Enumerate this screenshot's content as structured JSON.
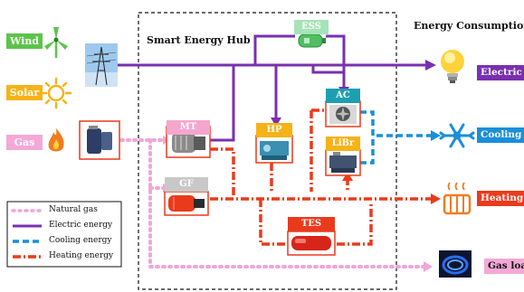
{
  "hub_title": "Smart Energy Hub",
  "consumption_title": "Energy Consumption",
  "sources": {
    "wind": "Wind",
    "solar": "Solar",
    "gas": "Gas"
  },
  "devices": {
    "ess": "ESS",
    "mt": "MT",
    "hp": "HP",
    "ac": "AC",
    "librr": "LiBr",
    "gf": "GF",
    "tes": "TES"
  },
  "loads": {
    "electric": "Electric l",
    "cooling": "Cooling l",
    "heating": "Heating l",
    "gas": "Gas loa"
  },
  "legend": [
    {
      "label": "Natural gas",
      "color": "#f0a6d8",
      "style": "dotted"
    },
    {
      "label": "Electric energy",
      "color": "#7a2fb0",
      "style": "solid"
    },
    {
      "label": "Cooling energy",
      "color": "#1a8fd8",
      "style": "dashed"
    },
    {
      "label": "Heating energy",
      "color": "#ea3a1c",
      "style": "dash-dot"
    }
  ],
  "colors": {
    "wind": "#5cc44a",
    "solar": "#f5b318",
    "gas": "#f4a8d6",
    "ess": "#a6e3b8",
    "mt": "#f4a6ce",
    "hp": "#f5b318",
    "ac": "#1e9fb0",
    "librr": "#f5b318",
    "gf": "#c8c8c8",
    "tes": "#ea3a1c",
    "electric": "#7a2fb0",
    "cooling": "#1a8fd8",
    "heating": "#ea3a1c",
    "gasline": "#f0a6d8"
  }
}
